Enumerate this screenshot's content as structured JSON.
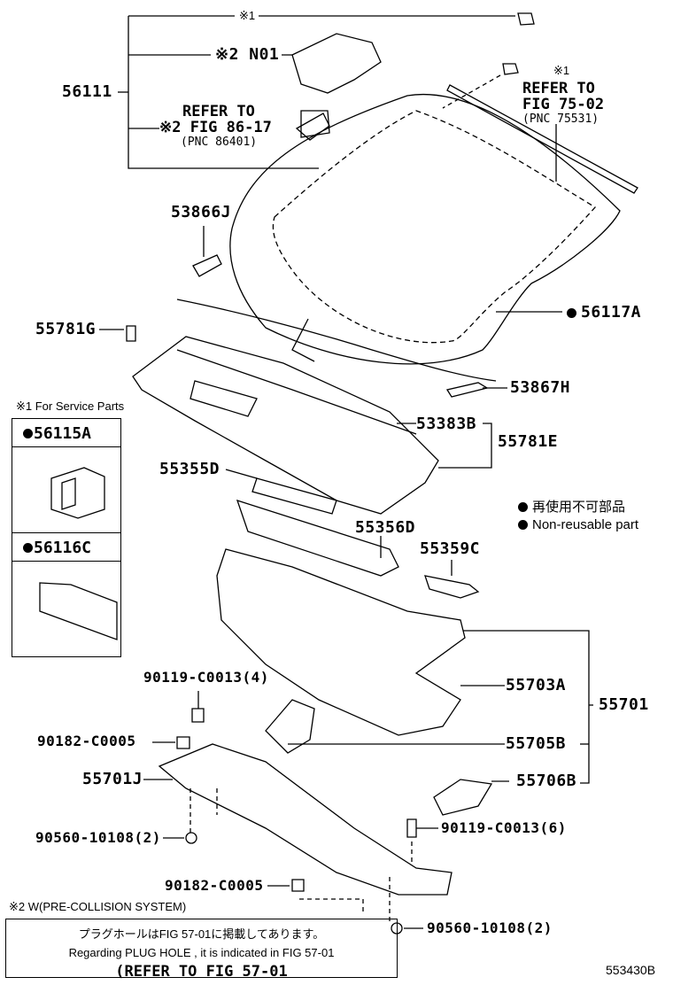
{
  "labels": {
    "p56111": "56111",
    "note1_top": "※1",
    "note2_n01": "※2 N01",
    "refer86_l1": "REFER TO",
    "refer86_l2": "※2 FIG 86-17",
    "refer86_l3": "(PNC 86401)",
    "note1_clip": "※1",
    "refer75_l1": "REFER TO",
    "refer75_l2": "FIG 75-02",
    "refer75_l3": "(PNC 75531)",
    "p53866J": "53866J",
    "p56117A": "56117A",
    "p55781G": "55781G",
    "p53867H": "53867H",
    "p53383B": "53383B",
    "p55781E": "55781E",
    "p55355D": "55355D",
    "p55356D": "55356D",
    "p55359C": "55359C",
    "p90119_4": "90119-C0013(4)",
    "p55703A": "55703A",
    "p55701": "55701",
    "p90182_a": "90182-C0005",
    "p55705B": "55705B",
    "p55701J": "55701J",
    "p55706B": "55706B",
    "p90119_6": "90119-C0013(6)",
    "p90560_a": "90560-10108(2)",
    "p90182_b": "90182-C0005",
    "p90560_b": "90560-10108(2)"
  },
  "legend": {
    "jp": "再使用不可部品",
    "en": "Non-reusable part"
  },
  "service_parts": {
    "header": "※1 For Service Parts",
    "item1": "56115A",
    "item2": "56116C"
  },
  "note2_caption": "※2 W(PRE-COLLISION SYSTEM)",
  "bottom_note": {
    "line1": "プラグホールはFIG 57-01に掲載してあります。",
    "line2": "Regarding PLUG HOLE , it is indicated in FIG 57-01",
    "line3": "(REFER TO FIG 57-01"
  },
  "figure_id": "553430B"
}
